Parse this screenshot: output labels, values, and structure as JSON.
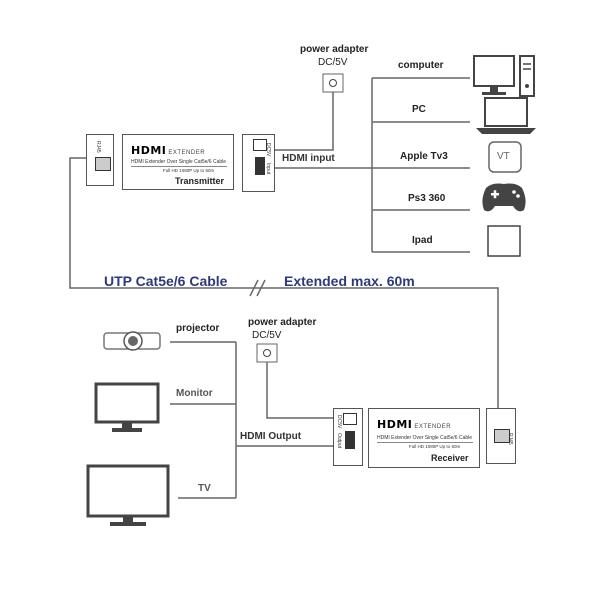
{
  "top": {
    "power_adapter": {
      "title": "power adapter",
      "spec": "DC/5V"
    },
    "hdmi_input_label": "HDMI input",
    "sources": [
      {
        "name": "computer",
        "icon": "desktop-computer-icon"
      },
      {
        "name": "PC",
        "icon": "laptop-icon"
      },
      {
        "name": "Apple Tv3",
        "icon": "apple-tv-icon",
        "badge": "VT"
      },
      {
        "name": "Ps3 360",
        "icon": "game-controller-icon"
      },
      {
        "name": "Ipad",
        "icon": "tablet-icon"
      }
    ],
    "transmitter": {
      "logo": "HDMI",
      "logo_suffix": "EXTENDER",
      "desc": "HDMI Extender Over Single Cat5e/6 Cable",
      "subdesc": "Full HD 1080P Up to 60m",
      "name": "Transmitter",
      "rj45_label": "RJ45",
      "dc_label": "DC5V",
      "port_label": "Input"
    }
  },
  "cable": {
    "left_label": "UTP Cat5e/6 Cable",
    "right_label": "Extended max. 60m"
  },
  "bottom": {
    "power_adapter": {
      "title": "power adapter",
      "spec": "DC/5V"
    },
    "hdmi_output_label": "HDMI Output",
    "displays": [
      {
        "name": "projector",
        "icon": "projector-icon"
      },
      {
        "name": "Monitor",
        "icon": "monitor-icon"
      },
      {
        "name": "TV",
        "icon": "tv-icon"
      }
    ],
    "receiver": {
      "logo": "HDMI",
      "logo_suffix": "EXTENDER",
      "desc": "HDMI Extender Over Single Cat5e/6 Cable",
      "subdesc": "Full HD 1080P Up to 60m",
      "name": "Receiver",
      "rj45_label": "RJ45",
      "dc_label": "DC5V",
      "port_label": "Output"
    }
  },
  "colors": {
    "line": "#666666",
    "accent_text": "#2d3a7a"
  }
}
